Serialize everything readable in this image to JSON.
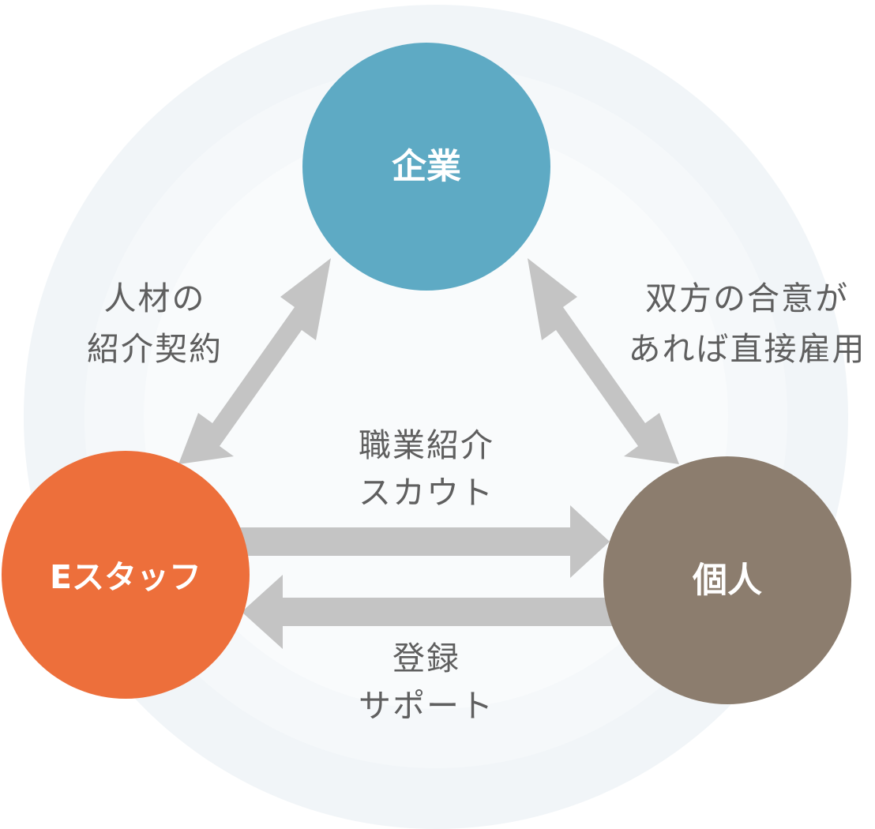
{
  "nodes": {
    "company": {
      "label": "企業",
      "color": "#5eaac4"
    },
    "estaff": {
      "label": "Eスタッフ",
      "color": "#ed6f3b"
    },
    "individual": {
      "label": "個人",
      "color": "#8c7d6e"
    }
  },
  "edges": {
    "estaff_company": {
      "line1": "人材の",
      "line2": "紹介契約"
    },
    "company_individual": {
      "line1": "双方の合意が",
      "line2": "あれば直接雇用"
    },
    "estaff_to_individual": {
      "line1": "職業紹介",
      "line2": "スカウト"
    },
    "individual_to_estaff": {
      "line1": "登録",
      "line2": "サポート"
    }
  },
  "colors": {
    "arrow": "#c4c4c4",
    "ring_outer": "#f1f5f8",
    "ring_mid": "#f5f8fa",
    "ring_inner": "#f9fbfc",
    "text": "#5f5f5f"
  }
}
